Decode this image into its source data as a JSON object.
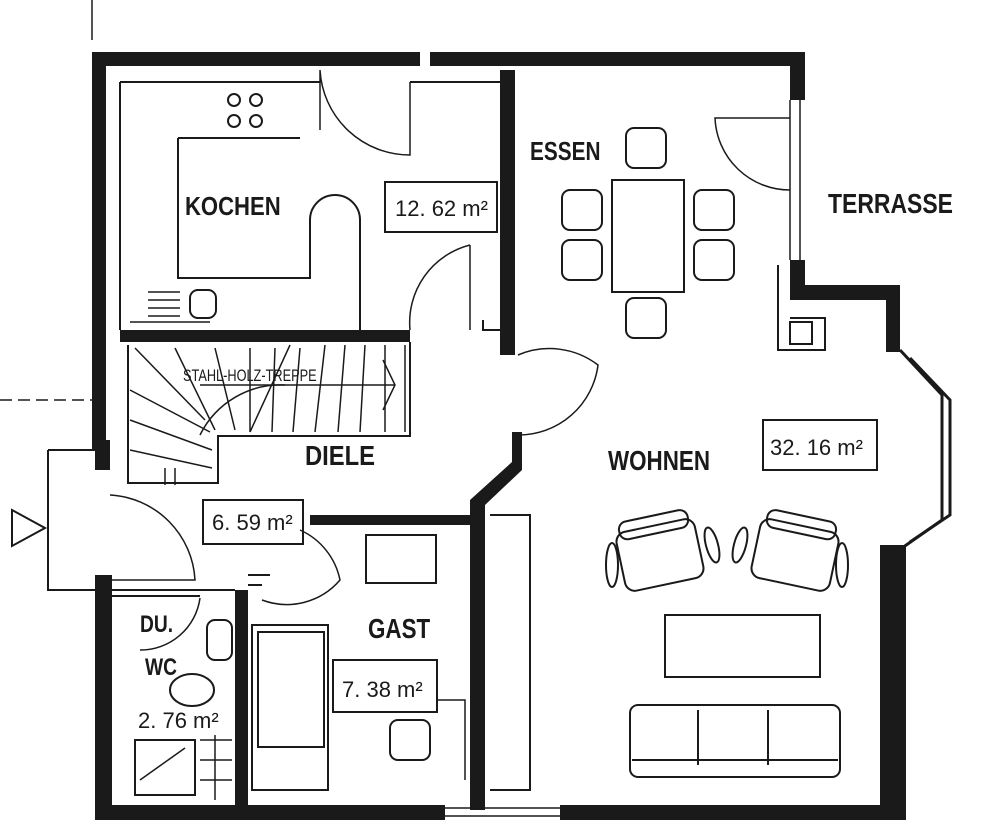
{
  "rooms": {
    "kochen": {
      "label": "KOCHEN",
      "area": "12. 62 m²"
    },
    "essen": {
      "label": "ESSEN"
    },
    "terrasse": {
      "label": "TERRASSE"
    },
    "treppe": {
      "label": "STAHL-HOLZ-TREPPE"
    },
    "diele": {
      "label": "DIELE",
      "area": "6. 59 m²"
    },
    "wohnen": {
      "label": "WOHNEN",
      "area": "32. 16 m²"
    },
    "du_wc": {
      "label_line1": "DU.",
      "label_line2": "WC",
      "area": "2. 76 m²"
    },
    "gast": {
      "label": "GAST",
      "area": "7. 38 m²"
    }
  },
  "colors": {
    "ink": "#1a1a1a",
    "paper": "#ffffff"
  }
}
